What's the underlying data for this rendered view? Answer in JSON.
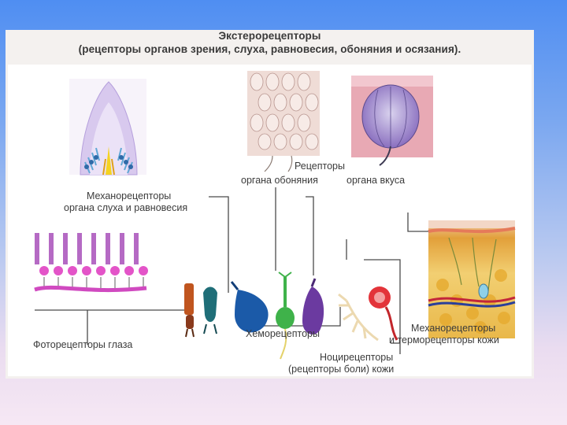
{
  "title": {
    "line1": "Экстерорецепторы",
    "line2": "(рецепторы органов зрения, слуха, равновесия, обоняния и осязания)."
  },
  "labels": {
    "receptors_heading": "Рецепторы",
    "smell": "органа обоняния",
    "taste": "органа вкуса",
    "mechano_hearing_1": "Механорецепторы",
    "mechano_hearing_2": "органа слуха и равновесия",
    "photo": "Фоторецепторы глаза",
    "chemo": "Хеморецепторы",
    "skin_1": "Механорецепторы",
    "skin_2": "и терморецепторы кожи",
    "noci_1": "Ноцирецепторы",
    "noci_2": "(рецепторы боли) кожи"
  },
  "colors": {
    "background_top": "#4f8ef2",
    "background_bottom": "#f6e8f4",
    "card": "#f4f1ef",
    "panel": "#ffffff",
    "line": "#4a4a4a",
    "text": "#3b3b3b"
  }
}
